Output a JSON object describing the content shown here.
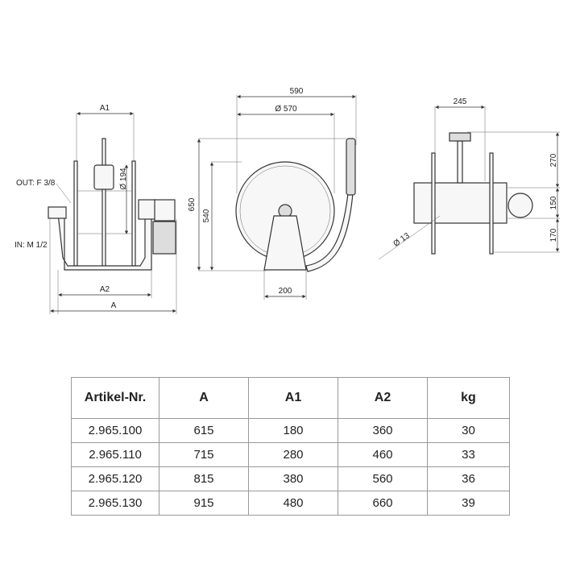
{
  "drawing": {
    "side_view": {
      "dim_a1": "A1",
      "dim_a2": "A2",
      "dim_a": "A",
      "dia_drum": "Ø 194",
      "out_label": "OUT: F 3/8",
      "in_label": "IN: M 1/2"
    },
    "front_view": {
      "width": "590",
      "diameter": "Ø 570",
      "height_total": "650",
      "height_inner": "540",
      "base_width": "200"
    },
    "top_view": {
      "width": "245",
      "d1": "270",
      "d2": "150",
      "d3": "170",
      "hole_dia": "Ø 13"
    }
  },
  "table": {
    "headers": [
      "Artikel-Nr.",
      "A",
      "A1",
      "A2",
      "kg"
    ],
    "rows": [
      [
        "2.965.100",
        "615",
        "180",
        "360",
        "30"
      ],
      [
        "2.965.110",
        "715",
        "280",
        "460",
        "33"
      ],
      [
        "2.965.120",
        "815",
        "380",
        "560",
        "36"
      ],
      [
        "2.965.130",
        "915",
        "480",
        "660",
        "39"
      ]
    ]
  }
}
